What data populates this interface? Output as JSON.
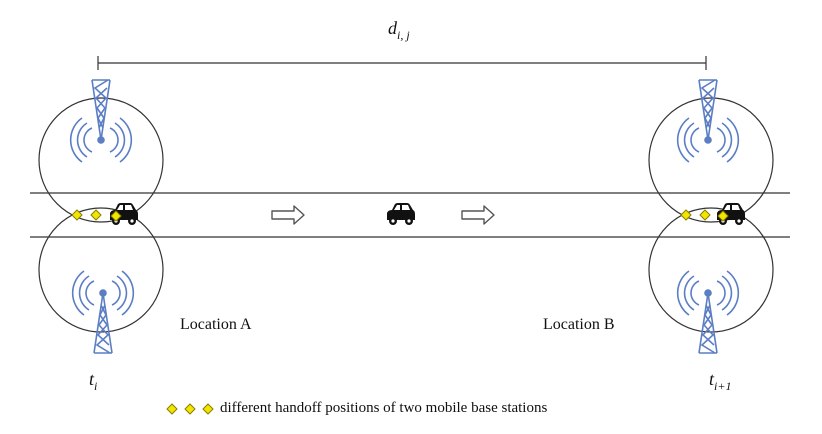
{
  "distance_label": {
    "base": "d",
    "sub": "i, j"
  },
  "locations": {
    "a": "Location A",
    "b": "Location B"
  },
  "time_labels": {
    "left": {
      "base": "t",
      "sub": "i"
    },
    "right": {
      "base": "t",
      "sub": "i+1"
    }
  },
  "legend": {
    "text": "different handoff positions of two mobile base stations"
  },
  "colors": {
    "tower": "#5b7ec4",
    "handoff_marker_fill": "#f2e600",
    "handoff_marker_stroke": "#8a7d00",
    "road": "#333333",
    "arrow": "#555555"
  },
  "icons": [
    "cell-tower-icon",
    "car-icon",
    "right-arrow-icon",
    "diamond-icon"
  ]
}
